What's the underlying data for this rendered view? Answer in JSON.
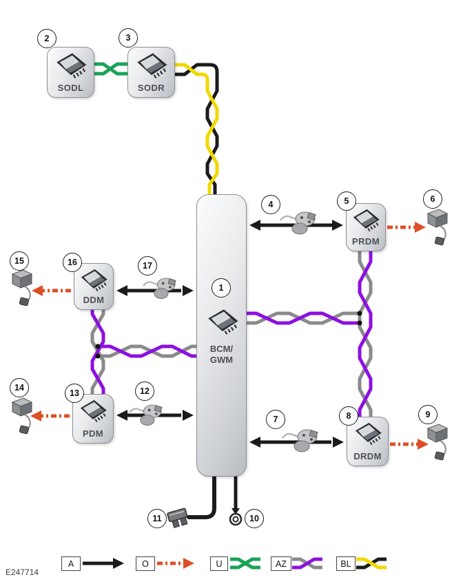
{
  "figure_id": "E247714",
  "colors": {
    "wire_black": "#1b1b1b",
    "wire_orange": "#dc4f26",
    "wire_green": "#19a357",
    "wire_purple": "#8d10e0",
    "wire_gray": "#8a8a8a",
    "wire_yellow": "#f0d800"
  },
  "modules": {
    "sodl": {
      "label": "SODL",
      "callout": "2"
    },
    "sodr": {
      "label": "SODR",
      "callout": "3"
    },
    "bcm": {
      "label_line1": "BCM/",
      "label_line2": "GWM",
      "callout": "1"
    },
    "prdm": {
      "label": "PRDM",
      "callout": "5"
    },
    "ddm": {
      "label": "DDM",
      "callout": "16"
    },
    "pdm": {
      "label": "PDM",
      "callout": "13"
    },
    "drdm": {
      "label": "DRDM",
      "callout": "8"
    }
  },
  "callouts": {
    "c1": "1",
    "c2": "2",
    "c3": "3",
    "c4": "4",
    "c5": "5",
    "c6": "6",
    "c7": "7",
    "c8": "8",
    "c9": "9",
    "c10": "10",
    "c11": "11",
    "c12": "12",
    "c13": "13",
    "c14": "14",
    "c15": "15",
    "c16": "16",
    "c17": "17"
  },
  "legend": {
    "items": [
      {
        "code": "A",
        "style": "solid-black-arrow"
      },
      {
        "code": "O",
        "style": "dashed-orange-arrow"
      },
      {
        "code": "U",
        "style": "twisted-pair-green"
      },
      {
        "code": "AZ",
        "style": "twisted-pair-purple-gray"
      },
      {
        "code": "BL",
        "style": "twisted-pair-yellow-black"
      }
    ]
  }
}
